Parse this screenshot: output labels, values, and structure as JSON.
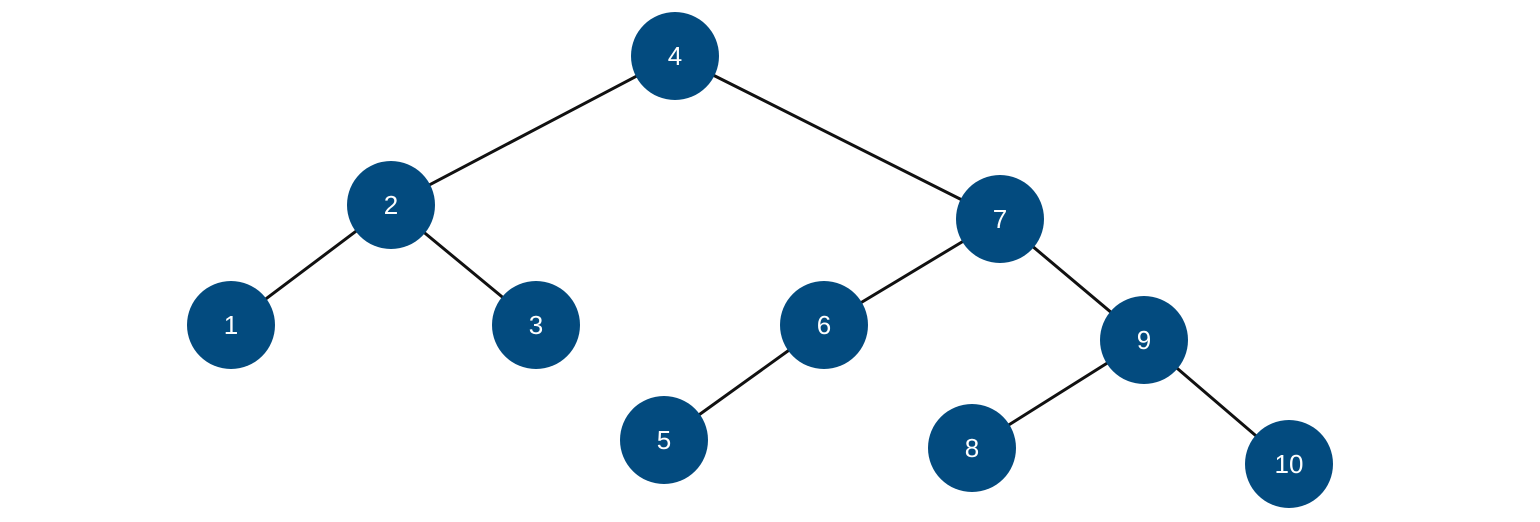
{
  "diagram": {
    "type": "binary-tree",
    "colors": {
      "node_fill": "#034B7F",
      "node_text": "#ffffff",
      "edge": "#111111",
      "background": "#ffffff"
    },
    "nodes": [
      {
        "id": "n4",
        "label": "4"
      },
      {
        "id": "n2",
        "label": "2"
      },
      {
        "id": "n7",
        "label": "7"
      },
      {
        "id": "n1",
        "label": "1"
      },
      {
        "id": "n3",
        "label": "3"
      },
      {
        "id": "n6",
        "label": "6"
      },
      {
        "id": "n9",
        "label": "9"
      },
      {
        "id": "n5",
        "label": "5"
      },
      {
        "id": "n8",
        "label": "8"
      },
      {
        "id": "n10",
        "label": "10"
      }
    ],
    "edges": [
      {
        "from": "n4",
        "to": "n2"
      },
      {
        "from": "n4",
        "to": "n7"
      },
      {
        "from": "n2",
        "to": "n1"
      },
      {
        "from": "n2",
        "to": "n3"
      },
      {
        "from": "n7",
        "to": "n6"
      },
      {
        "from": "n7",
        "to": "n9"
      },
      {
        "from": "n6",
        "to": "n5"
      },
      {
        "from": "n9",
        "to": "n8"
      },
      {
        "from": "n9",
        "to": "n10"
      }
    ]
  }
}
